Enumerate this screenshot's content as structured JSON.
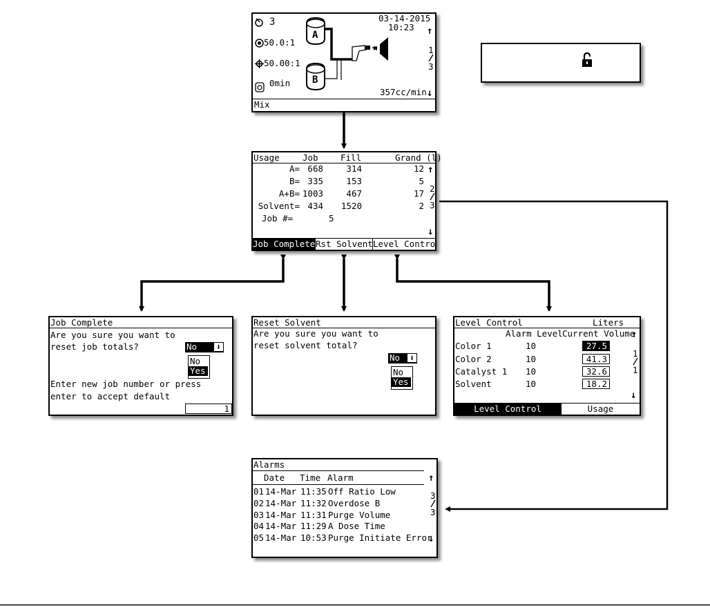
{
  "run_screen": {
    "recipe": "3",
    "date": "03-14-2015",
    "time": "10:23",
    "ratio_target": "50.0:1",
    "ratio_actual": "50.00:1",
    "potlife": "0min",
    "flow": "357cc/min",
    "tank_a": "A",
    "tank_b": "B",
    "page_top": "1",
    "page_bot": "3",
    "mode": "Mix"
  },
  "usage_screen": {
    "headers": [
      "Usage",
      "Job",
      "Fill",
      "Grand (l)"
    ],
    "rows": [
      {
        "label": "A=",
        "job": "668",
        "fill": "314",
        "grand": "12"
      },
      {
        "label": "B=",
        "job": "335",
        "fill": "153",
        "grand": "5"
      },
      {
        "label": "A+B=",
        "job": "1003",
        "fill": "467",
        "grand": "17"
      },
      {
        "label": "Solvent=",
        "job": "434",
        "fill": "1520",
        "grand": "2"
      }
    ],
    "job_label": "Job #=",
    "job_value": "5",
    "page_top": "2",
    "page_bot": "3",
    "softkeys": [
      "Job Complete",
      "Rst Solvent",
      "Level Control"
    ]
  },
  "job_complete": {
    "title": "Job Complete",
    "line1": "Are you sure you want to",
    "line2": "reset job totals?",
    "select_value": "No",
    "options": [
      "No",
      "Yes"
    ],
    "line3": "Enter new job number or press",
    "line4": "enter to accept default",
    "job_input": "1"
  },
  "reset_solvent": {
    "title": "Reset Solvent",
    "line1": "Are you sure you want to",
    "line2": "reset solvent total?",
    "select_value": "No",
    "options": [
      "No",
      "Yes"
    ]
  },
  "level_control": {
    "title": "Level Control",
    "units": "Liters",
    "col_alarm": "Alarm Level",
    "col_current": "Current Volume",
    "rows": [
      {
        "name": "Color 1",
        "alarm": "10",
        "current": "27.5"
      },
      {
        "name": "Color 2",
        "alarm": "10",
        "current": "41.3"
      },
      {
        "name": "Catalyst 1",
        "alarm": "10",
        "current": "32.6"
      },
      {
        "name": "Solvent",
        "alarm": "10",
        "current": "18.2"
      }
    ],
    "page_top": "1",
    "page_bot": "1",
    "softkeys": [
      "Level Control",
      "Usage"
    ]
  },
  "alarms": {
    "title": "Alarms",
    "col_date": "Date",
    "col_time": "Time",
    "col_alarm": "Alarm",
    "rows": [
      {
        "idx": "01",
        "date": "14-Mar",
        "time": "11:35",
        "alarm": "Off Ratio Low"
      },
      {
        "idx": "02",
        "date": "14-Mar",
        "time": "11:32",
        "alarm": "Overdose B"
      },
      {
        "idx": "03",
        "date": "14-Mar",
        "time": "11:31",
        "alarm": "Purge Volume"
      },
      {
        "idx": "04",
        "date": "14-Mar",
        "time": "11:29",
        "alarm": "A Dose Time"
      },
      {
        "idx": "05",
        "date": "14-Mar",
        "time": "10:53",
        "alarm": "Purge Initiate Error"
      }
    ],
    "page_top": "3",
    "page_bot": "3"
  },
  "icons": [
    "unlock-icon",
    "recipe-icon",
    "ratio-target-icon",
    "ratio-actual-icon",
    "potlife-icon",
    "spray-gun-icon",
    "up-arrow-icon",
    "down-arrow-icon"
  ]
}
